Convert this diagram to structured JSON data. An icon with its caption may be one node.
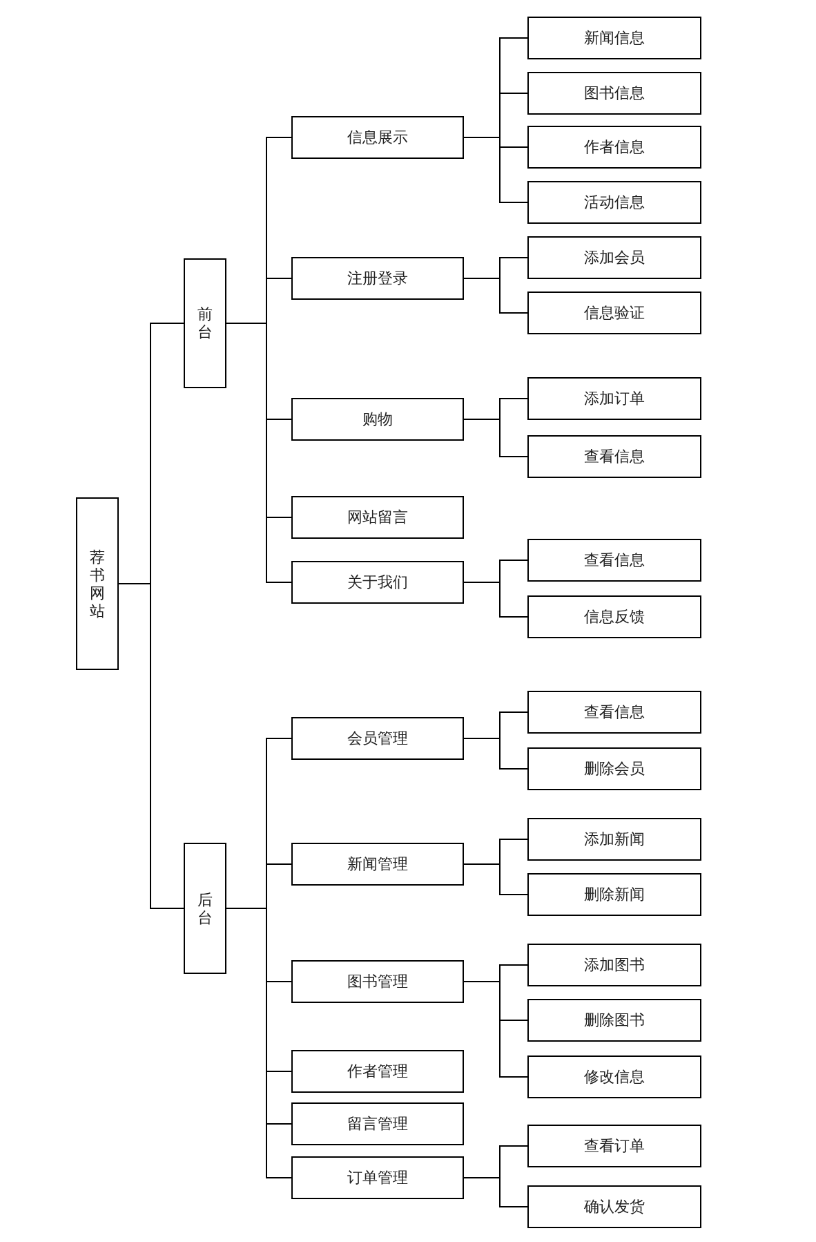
{
  "diagram": {
    "nodes": [
      {
        "text": [
          "荐书网站"
        ]
      },
      {
        "text": [
          "前台"
        ]
      },
      {
        "text": [
          "后台"
        ]
      },
      {
        "text": [
          "信息展示"
        ]
      },
      {
        "text": [
          "注册登录"
        ]
      },
      {
        "text": [
          "购物"
        ]
      },
      {
        "text": [
          "网站留言"
        ]
      },
      {
        "text": [
          "关于我们"
        ]
      },
      {
        "text": [
          "会员管理"
        ]
      },
      {
        "text": [
          "新闻管理"
        ]
      },
      {
        "text": [
          "图书管理"
        ]
      },
      {
        "text": [
          "作者管理"
        ]
      },
      {
        "text": [
          "留言管理"
        ]
      },
      {
        "text": [
          "订单管理"
        ]
      },
      {
        "text": [
          "新闻信息"
        ]
      },
      {
        "text": [
          "图书信息"
        ]
      },
      {
        "text": [
          "作者信息"
        ]
      },
      {
        "text": [
          "活动信息"
        ]
      },
      {
        "text": [
          "添加会员"
        ]
      },
      {
        "text": [
          "信息验证"
        ]
      },
      {
        "text": [
          "添加订单"
        ]
      },
      {
        "text": [
          "查看信息"
        ]
      },
      {
        "text": [
          "查看信息"
        ]
      },
      {
        "text": [
          "信息反馈"
        ]
      },
      {
        "text": [
          "查看信息"
        ]
      },
      {
        "text": [
          "删除会员"
        ]
      },
      {
        "text": [
          "添加新闻"
        ]
      },
      {
        "text": [
          "删除新闻"
        ]
      },
      {
        "text": [
          "添加图书"
        ]
      },
      {
        "text": [
          "删除图书"
        ]
      },
      {
        "text": [
          "修改信息"
        ]
      },
      {
        "text": [
          "查看订单"
        ]
      },
      {
        "text": [
          "确认发货"
        ]
      }
    ],
    "edges": [
      {
        "from": 0,
        "to": 1,
        "arrow": "none"
      },
      {
        "from": 0,
        "to": 2,
        "arrow": "none"
      },
      {
        "from": 1,
        "to": 3,
        "arrow": "none"
      },
      {
        "from": 1,
        "to": 4,
        "arrow": "none"
      },
      {
        "from": 1,
        "to": 5,
        "arrow": "none"
      },
      {
        "from": 1,
        "to": 6,
        "arrow": "none"
      },
      {
        "from": 1,
        "to": 7,
        "arrow": "none"
      },
      {
        "from": 2,
        "to": 8,
        "arrow": "none"
      },
      {
        "from": 2,
        "to": 9,
        "arrow": "none"
      },
      {
        "from": 2,
        "to": 10,
        "arrow": "none"
      },
      {
        "from": 2,
        "to": 11,
        "arrow": "none"
      },
      {
        "from": 2,
        "to": 12,
        "arrow": "none"
      },
      {
        "from": 2,
        "to": 13,
        "arrow": "none"
      },
      {
        "from": 3,
        "to": 14,
        "arrow": "none"
      },
      {
        "from": 3,
        "to": 15,
        "arrow": "none"
      },
      {
        "from": 3,
        "to": 16,
        "arrow": "none"
      },
      {
        "from": 3,
        "to": 17,
        "arrow": "none"
      },
      {
        "from": 4,
        "to": 18,
        "arrow": "none"
      },
      {
        "from": 4,
        "to": 19,
        "arrow": "none"
      },
      {
        "from": 5,
        "to": 20,
        "arrow": "none"
      },
      {
        "from": 5,
        "to": 21,
        "arrow": "none"
      },
      {
        "from": 7,
        "to": 22,
        "arrow": "none"
      },
      {
        "from": 7,
        "to": 23,
        "arrow": "none"
      },
      {
        "from": 8,
        "to": 24,
        "arrow": "none"
      },
      {
        "from": 8,
        "to": 25,
        "arrow": "none"
      },
      {
        "from": 9,
        "to": 26,
        "arrow": "none"
      },
      {
        "from": 9,
        "to": 27,
        "arrow": "none"
      },
      {
        "from": 10,
        "to": 28,
        "arrow": "none"
      },
      {
        "from": 10,
        "to": 29,
        "arrow": "none"
      },
      {
        "from": 10,
        "to": 30,
        "arrow": "none"
      },
      {
        "from": 13,
        "to": 31,
        "arrow": "none"
      },
      {
        "from": 13,
        "to": 32,
        "arrow": "none"
      }
    ]
  }
}
